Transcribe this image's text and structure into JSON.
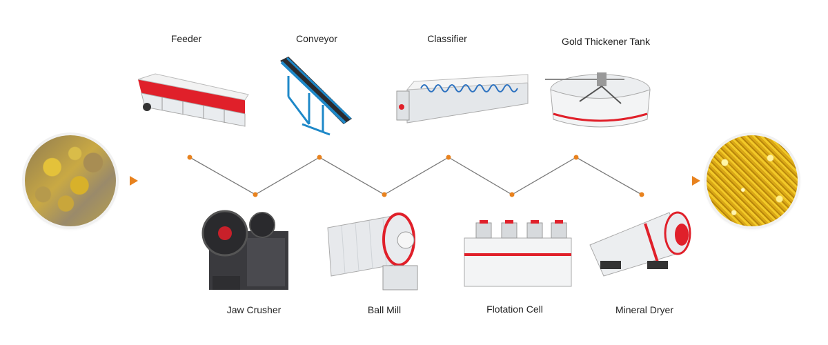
{
  "colors": {
    "accent": "#e8821e",
    "line": "#7a7a7a",
    "red": "#e0202a",
    "steel": "#d9dde2",
    "dark": "#2f2f33"
  },
  "input_image": {
    "icon": "gold-ore-icon"
  },
  "output_image": {
    "icon": "gold-particles-icon"
  },
  "top_steps": [
    {
      "label": "Feeder",
      "icon": "feeder-icon"
    },
    {
      "label": "Conveyor",
      "icon": "conveyor-icon"
    },
    {
      "label": "Classifier",
      "icon": "classifier-icon"
    },
    {
      "label": "Gold Thickener Tank",
      "icon": "thickener-tank-icon"
    }
  ],
  "bottom_steps": [
    {
      "label": "Jaw Crusher",
      "icon": "jaw-crusher-icon"
    },
    {
      "label": "Ball Mill",
      "icon": "ball-mill-icon"
    },
    {
      "label": "Flotation Cell",
      "icon": "flotation-cell-icon"
    },
    {
      "label": "Mineral Dryer",
      "icon": "mineral-dryer-icon"
    }
  ]
}
